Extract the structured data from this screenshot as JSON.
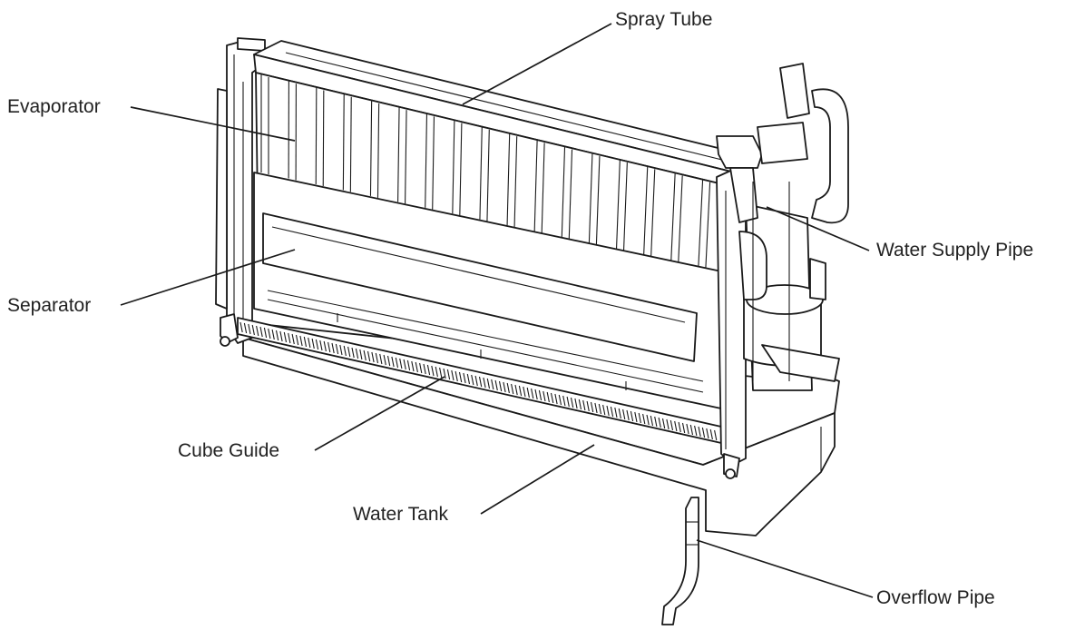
{
  "labels": {
    "spray_tube": "Spray Tube",
    "evaporator": "Evaporator",
    "water_supply_pipe": "Water Supply Pipe",
    "separator": "Separator",
    "cube_guide": "Cube Guide",
    "water_tank": "Water Tank",
    "overflow_pipe": "Overflow Pipe"
  }
}
